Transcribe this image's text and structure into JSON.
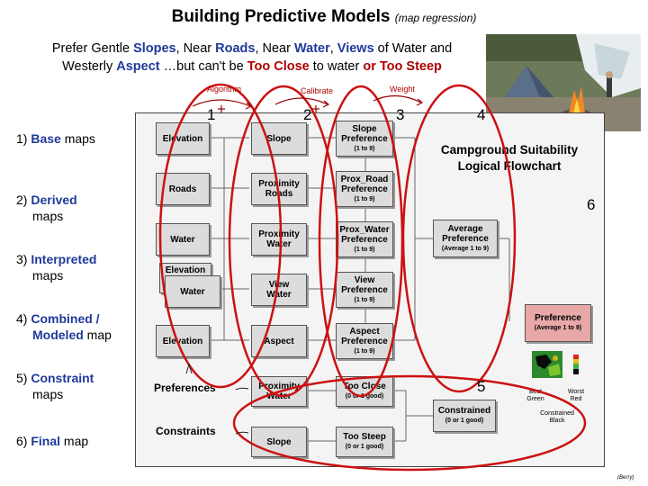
{
  "title": {
    "main": "Building Predictive Models",
    "sub": "(map regression)"
  },
  "subtitle": {
    "p1": "Prefer Gentle ",
    "k1": "Slopes",
    "p2": ", Near ",
    "k2": "Roads",
    "p3": ", Near ",
    "k3": "Water",
    "p4": ", ",
    "k4": "Views",
    "p5": " of Water and",
    "p6": "Westerly ",
    "k5": "Aspect",
    "p7": " …but can't be ",
    "k6": "Too Close",
    "p8": " to water ",
    "k7": "or Too Steep"
  },
  "top_labels": {
    "algorithm": "Algorithm",
    "calibrate": "Calibrate",
    "weight": "Weight"
  },
  "numbers": {
    "n1": "1",
    "n2": "2",
    "n3": "3",
    "n4": "4",
    "n5": "5",
    "n6": "6"
  },
  "side_labels": [
    {
      "num": "1) ",
      "key": "Base",
      "rest": " maps"
    },
    {
      "num": "2) ",
      "key": "Derived",
      "rest": "maps"
    },
    {
      "num": "3) ",
      "key": "Interpreted",
      "rest": "maps"
    },
    {
      "num": "4) ",
      "key": "Combined /",
      "rest": "Modeled",
      "rest2": " map"
    },
    {
      "num": "5) ",
      "key": "Constraint",
      "rest": "maps"
    },
    {
      "num": "6) ",
      "key": "Final",
      "rest": " map"
    }
  ],
  "flowchart": {
    "title_line1": "Campground Suitability",
    "title_line2": "Logical Flowchart",
    "col1": {
      "elevation": "Elevation",
      "roads": "Roads",
      "water": "Water",
      "elev_back": "Elevation",
      "water_front": "Water",
      "elevation2": "Elevation",
      "preferences": "Preferences",
      "constraints": "Constraints"
    },
    "col2": {
      "slope": "Slope",
      "prox_roads_1": "Proximity",
      "prox_roads_2": "Roads",
      "prox_water_1": "Proximity",
      "prox_water_2": "Water",
      "view_water_1": "View",
      "view_water_2": "Water",
      "aspect": "Aspect",
      "prox_water_c1": "Proximity",
      "prox_water_c2": "Water",
      "slope_c": "Slope"
    },
    "col3": {
      "slope_pref_1": "Slope",
      "slope_pref_2": "Preference",
      "slope_pref_3": "(1 to 9)",
      "road_pref_1": "Prox_Road",
      "road_pref_2": "Preference",
      "road_pref_3": "(1 to 9)",
      "water_pref_1": "Prox_Water",
      "water_pref_2": "Preference",
      "water_pref_3": "(1 to 9)",
      "view_pref_1": "View",
      "view_pref_2": "Preference",
      "view_pref_3": "(1 to 9)",
      "aspect_pref_1": "Aspect",
      "aspect_pref_2": "Preference",
      "aspect_pref_3": "(1 to 9)",
      "too_close_1": "Too Close",
      "too_close_2": "(0 or 1 good)",
      "too_steep_1": "Too Steep",
      "too_steep_2": "(0 or 1 good)"
    },
    "col4": {
      "avg_1": "Average",
      "avg_2": "Preference",
      "avg_3": "(Average 1 to 9)",
      "constrained_1": "Constrained",
      "constrained_2": "(0 or 1 good)"
    },
    "col5": {
      "pref_1": "Preference",
      "pref_2": "(Average 1 to 9)"
    }
  },
  "legend": {
    "best": "Best",
    "green": "Green",
    "worst": "Worst",
    "red": "Red",
    "constrained": "Constrained",
    "black": "Black"
  },
  "credit": "(Berry)",
  "colors": {
    "ellipse": "#cc1111",
    "label_red": "#b00000",
    "key_blue": "#1f3a9a"
  }
}
